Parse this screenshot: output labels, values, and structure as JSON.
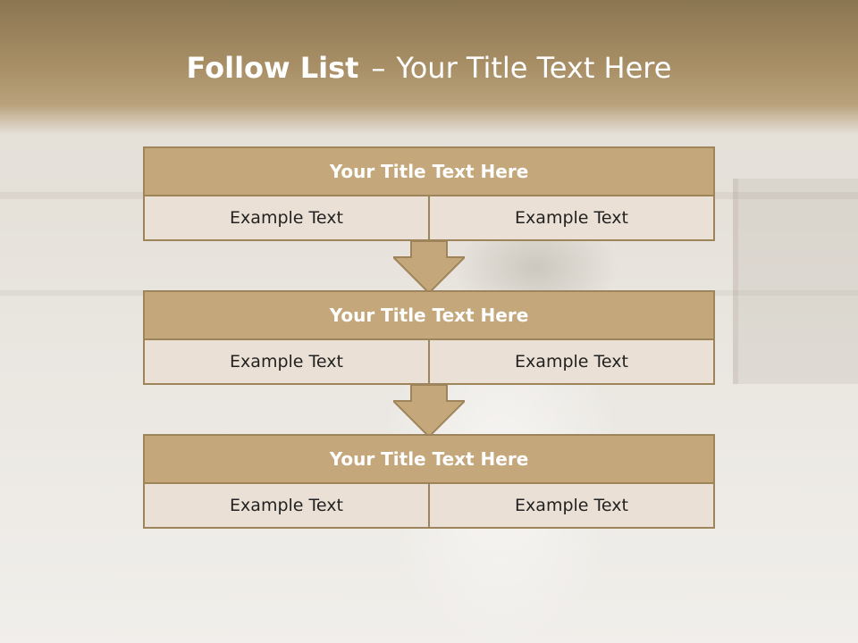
{
  "title": {
    "bold": "Follow List",
    "dash": "–",
    "rest": "Your Title Text Here"
  },
  "colors": {
    "header": "#a88f66",
    "block_head": "#c4a87c",
    "block_border": "#9e845a",
    "cell_bg": "#ebe0d5",
    "arrow_fill": "#c4a87c"
  },
  "steps": [
    {
      "heading": "Your Title Text Here",
      "left": "Example Text",
      "right": "Example Text"
    },
    {
      "heading": "Your Title Text Here",
      "left": "Example Text",
      "right": "Example Text"
    },
    {
      "heading": "Your Title Text Here",
      "left": "Example Text",
      "right": "Example Text"
    }
  ],
  "connectors": [
    "down-arrow",
    "down-arrow"
  ]
}
